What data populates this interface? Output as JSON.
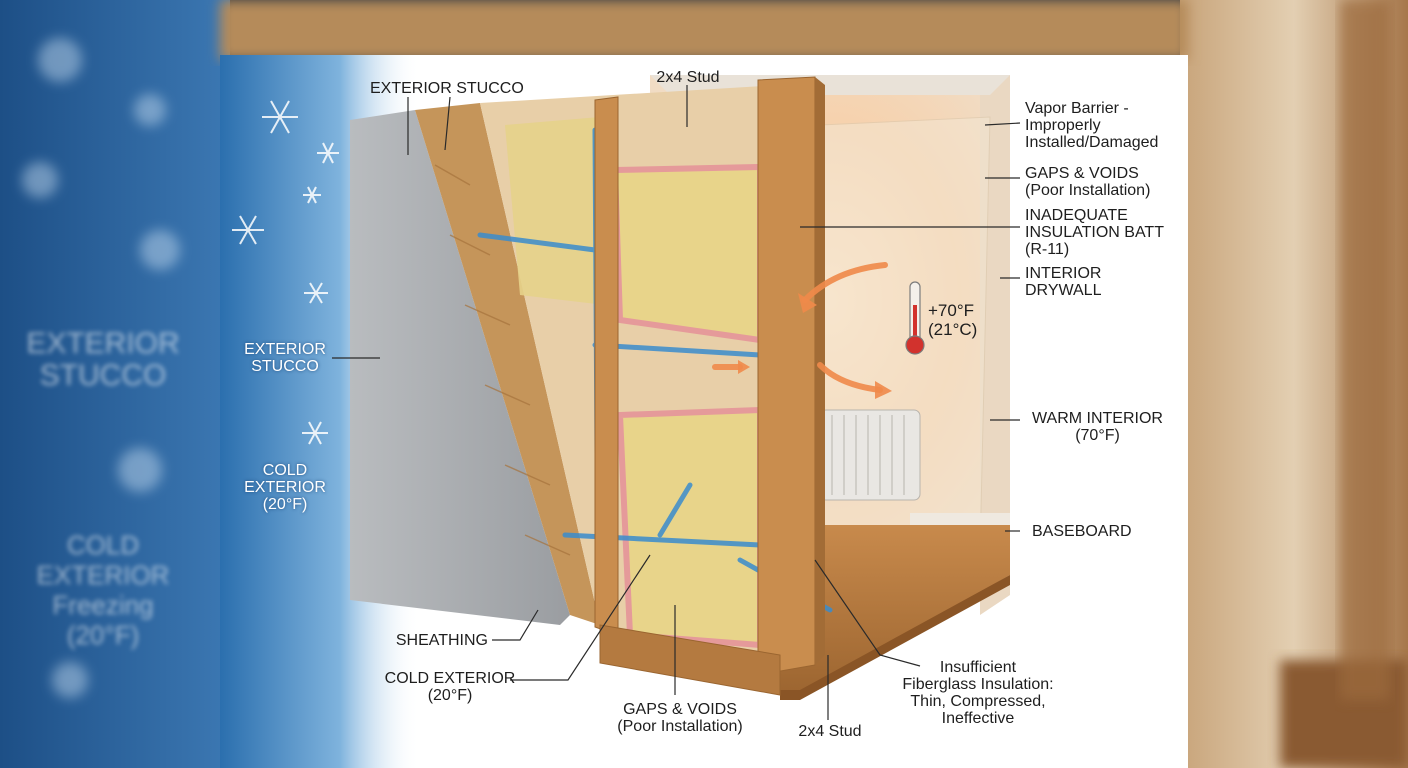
{
  "background": {
    "blurred_labels": [
      "EXTERIOR\nSTUCCO",
      "COLD\nEXTERIOR\nFreezing\n(20°F)"
    ]
  },
  "diagram": {
    "thermometer_reading": [
      "+70°F",
      "(21°C)"
    ],
    "labels": {
      "exterior_stucco_top": [
        "EXTERIOR STUCCO"
      ],
      "stud_top": [
        "2x4 Stud"
      ],
      "vapor_barrier": [
        "Vapor Barrier -",
        "Improperly",
        "Installed/Damaged"
      ],
      "gaps_voids_right": [
        "GAPS & VOIDS",
        "(Poor Installation)"
      ],
      "inadequate_batt": [
        "INADEQUATE",
        "INSULATION BATT",
        "(R-11)"
      ],
      "interior_drywall": [
        "INTERIOR",
        "DRYWALL"
      ],
      "exterior_stucco_left": [
        "EXTERIOR",
        "STUCCO"
      ],
      "cold_exterior_left": [
        "COLD",
        "EXTERIOR",
        "(20°F)"
      ],
      "warm_interior": [
        "WARM INTERIOR",
        "(70°F)"
      ],
      "baseboard": [
        "BASEBOARD"
      ],
      "sheathing": [
        "SHEATHING"
      ],
      "cold_exterior_bottom": [
        "COLD EXTERIOR",
        "(20°F)"
      ],
      "gaps_voids_bottom": [
        "GAPS & VOIDS",
        "(Poor Installation)"
      ],
      "stud_bottom": [
        "2x4 Stud"
      ],
      "insufficient_fiberglass": [
        "Insufficient",
        "Fiberglass Insulation:",
        "Thin, Compressed,",
        "Ineffective"
      ]
    }
  },
  "colors": {
    "cold": "#2f7fc1",
    "warm": "#f3a36a",
    "wood": "#c98d4e",
    "insulation": "#e8d48a",
    "insulation_edge": "#e59a9a",
    "stucco": "#a9acaf"
  }
}
